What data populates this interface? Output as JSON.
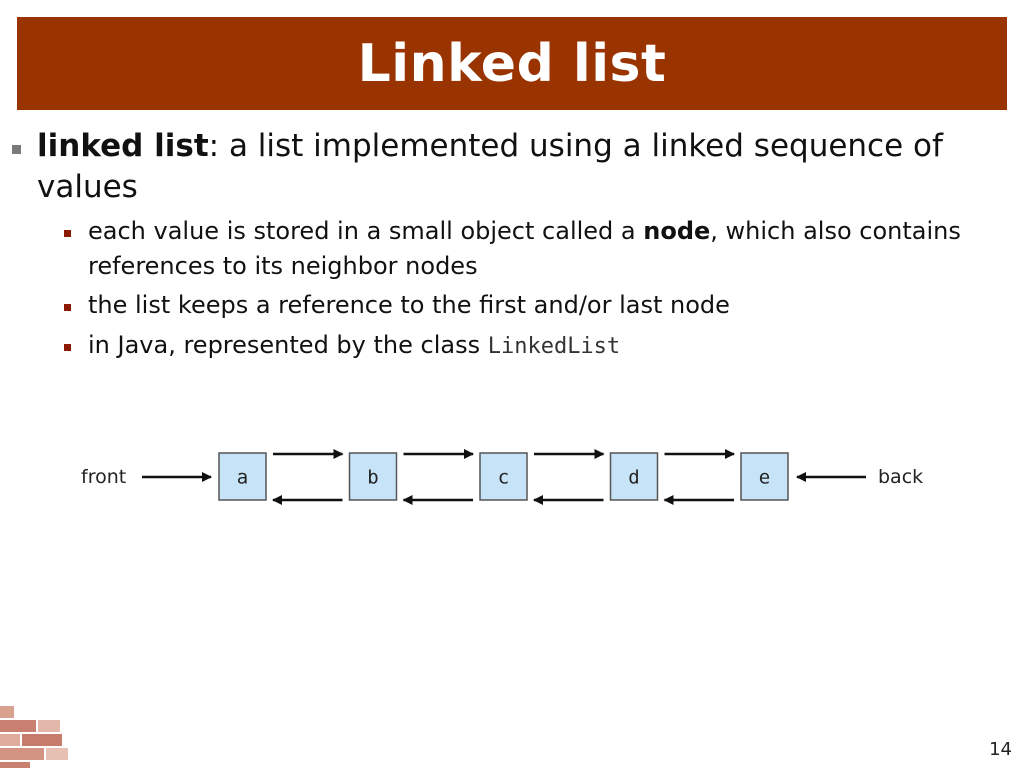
{
  "title": "Linked list",
  "bullet1": {
    "term": "linked list",
    "text": ": a list implemented using a linked sequence of values"
  },
  "sub": [
    {
      "before": "each value is stored in a small object called a ",
      "bold": "node",
      "after": ", which also contains references to its neighbor nodes"
    },
    {
      "text": "the list keeps a reference to the first and/or last node"
    },
    {
      "text": "in Java, represented by the class ",
      "code": "LinkedList"
    }
  ],
  "diagram": {
    "front_label": "front",
    "back_label": "back",
    "nodes": [
      "a",
      "b",
      "c",
      "d",
      "e"
    ]
  },
  "page_number": "14",
  "colors": {
    "title_bg": "#993300",
    "node_fill": "#c6e3f7",
    "sub_bullet": "#8b1a00"
  }
}
